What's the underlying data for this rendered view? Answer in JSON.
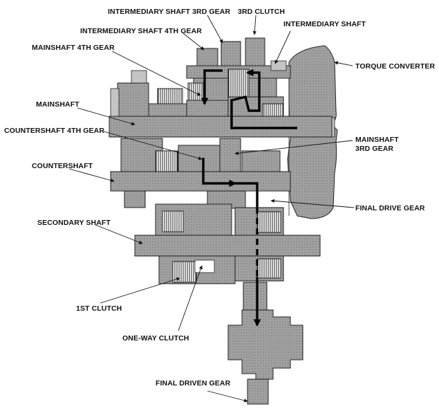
{
  "labels": {
    "intermediary_shaft_3rd_gear": "INTERMEDIARY SHAFT 3RD GEAR",
    "third_clutch": "3RD CLUTCH",
    "intermediary_shaft_4th_gear": "INTERMEDIARY SHAFT 4TH GEAR",
    "intermediary_shaft": "INTERMEDIARY SHAFT",
    "mainshaft_4th_gear": "MAINSHAFT 4TH GEAR",
    "torque_converter": "TORQUE CONVERTER",
    "mainshaft": "MAINSHAFT",
    "countershaft_4th_gear": "COUNTERSHAFT 4TH GEAR",
    "mainshaft_3rd_gear_line1": "MAINSHAFT",
    "mainshaft_3rd_gear_line2": "3RD GEAR",
    "countershaft": "COUNTERSHAFT",
    "final_drive_gear": "FINAL DRIVE GEAR",
    "secondary_shaft": "SECONDARY SHAFT",
    "first_clutch": "1ST CLUTCH",
    "one_way_clutch": "ONE-WAY CLUTCH",
    "final_driven_gear": "FINAL DRIVEN GEAR"
  }
}
